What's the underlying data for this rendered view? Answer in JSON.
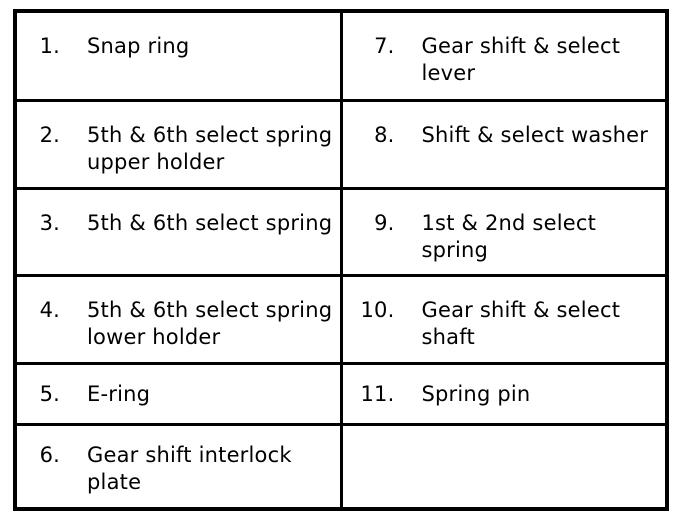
{
  "legend": {
    "rows": [
      {
        "left": {
          "number": "1.",
          "label": "Snap ring"
        },
        "right": {
          "number": "7.",
          "label": "Gear shift & select lever"
        }
      },
      {
        "left": {
          "number": "2.",
          "label": "5th & 6th select spring upper holder"
        },
        "right": {
          "number": "8.",
          "label": "Shift & select washer"
        }
      },
      {
        "left": {
          "number": "3.",
          "label": "5th & 6th select spring"
        },
        "right": {
          "number": "9.",
          "label": "1st & 2nd select spring"
        }
      },
      {
        "left": {
          "number": "4.",
          "label": "5th & 6th select spring lower holder"
        },
        "right": {
          "number": "10.",
          "label": "Gear shift & select shaft"
        }
      },
      {
        "left": {
          "number": "5.",
          "label": "E-ring"
        },
        "right": {
          "number": "11.",
          "label": "Spring pin"
        }
      },
      {
        "left": {
          "number": "6.",
          "label": "Gear shift interlock plate"
        },
        "right": {
          "number": "",
          "label": ""
        }
      }
    ]
  }
}
